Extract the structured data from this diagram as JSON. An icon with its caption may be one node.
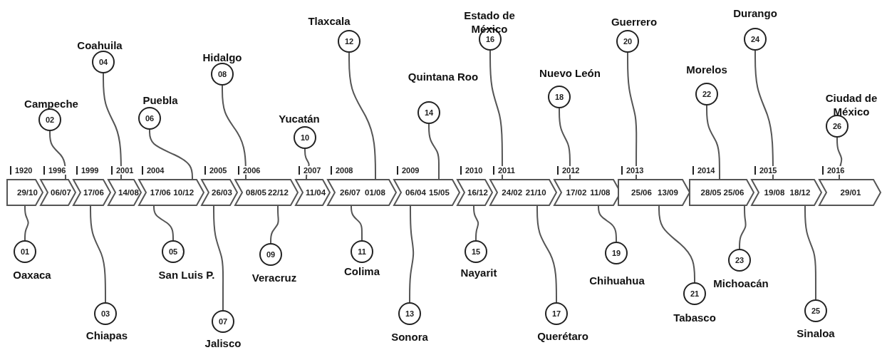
{
  "diagram": {
    "nodes": [
      {
        "text": [
          "29/10"
        ],
        "beside": [
          "1920"
        ]
      },
      {
        "text": [
          "06/07"
        ],
        "beside": [
          "1996"
        ]
      },
      {
        "text": [
          "17/06"
        ],
        "beside": [
          "1999"
        ]
      },
      {
        "text": [
          "14/08"
        ],
        "beside": [
          "2001"
        ]
      },
      {
        "text": [
          "17/06",
          "10/12"
        ],
        "beside": [
          "2004"
        ]
      },
      {
        "text": [
          "26/03"
        ],
        "beside": [
          "2005"
        ]
      },
      {
        "text": [
          "08/05",
          "22/12"
        ],
        "beside": [
          "2006"
        ]
      },
      {
        "text": [
          "11/04"
        ],
        "beside": [
          "2007"
        ]
      },
      {
        "text": [
          "26/07",
          "01/08"
        ],
        "beside": [
          "2008"
        ]
      },
      {
        "text": [
          "06/04",
          "15/05"
        ],
        "beside": [
          "2009"
        ]
      },
      {
        "text": [
          "16/12"
        ],
        "beside": [
          "2010"
        ]
      },
      {
        "text": [
          "24/02",
          "21/10"
        ],
        "beside": [
          "2011"
        ]
      },
      {
        "text": [
          "17/02",
          "11/08"
        ],
        "beside": [
          "2012"
        ]
      },
      {
        "text": [
          "25/06",
          "13/09"
        ],
        "beside": [
          "2013"
        ]
      },
      {
        "text": [
          "28/05",
          "25/06"
        ],
        "beside": [
          "2014"
        ]
      },
      {
        "text": [
          "19/08",
          "18/12"
        ],
        "beside": [
          "2015"
        ]
      },
      {
        "text": [
          "29/01"
        ],
        "beside": [
          "2016"
        ]
      },
      {
        "text": [
          "01"
        ],
        "beside": [
          "Oaxaca"
        ]
      },
      {
        "text": [
          "02"
        ],
        "beside": [
          "Campeche"
        ]
      },
      {
        "text": [
          "03"
        ],
        "beside": [
          "Chiapas"
        ]
      },
      {
        "text": [
          "04"
        ],
        "beside": [
          "Coahuila"
        ]
      },
      {
        "text": [
          "05"
        ],
        "beside": [
          "San Luis P."
        ]
      },
      {
        "text": [
          "06"
        ],
        "beside": [
          "Puebla"
        ]
      },
      {
        "text": [
          "07"
        ],
        "beside": [
          "Jalisco"
        ]
      },
      {
        "text": [
          "08"
        ],
        "beside": [
          "Hidalgo"
        ]
      },
      {
        "text": [
          "09"
        ],
        "beside": [
          "Veracruz"
        ]
      },
      {
        "text": [
          "10"
        ],
        "beside": [
          "Yucatán"
        ]
      },
      {
        "text": [
          "11"
        ],
        "beside": [
          "Colima"
        ]
      },
      {
        "text": [
          "12"
        ],
        "beside": [
          "Tlaxcala"
        ]
      },
      {
        "text": [
          "13"
        ],
        "beside": [
          "Sonora"
        ]
      },
      {
        "text": [
          "14"
        ],
        "beside": [
          "Quintana Roo"
        ]
      },
      {
        "text": [
          "15"
        ],
        "beside": [
          "Nayarit"
        ]
      },
      {
        "text": [
          "16"
        ],
        "beside": [
          "Estado de México"
        ]
      },
      {
        "text": [
          "17"
        ],
        "beside": [
          "Querétaro"
        ]
      },
      {
        "text": [
          "18"
        ],
        "beside": [
          "Nuevo León"
        ]
      },
      {
        "text": [
          "19"
        ],
        "beside": [
          "Chihuahua"
        ]
      },
      {
        "text": [
          "20"
        ],
        "beside": [
          "Guerrero"
        ]
      },
      {
        "text": [
          "21"
        ],
        "beside": [
          "Tabasco"
        ]
      },
      {
        "text": [
          "22"
        ],
        "beside": [
          "Morelos"
        ]
      },
      {
        "text": [
          "23"
        ],
        "beside": [
          "Michoacán"
        ]
      },
      {
        "text": [
          "24"
        ],
        "beside": [
          "Durango"
        ]
      },
      {
        "text": [
          "25"
        ],
        "beside": [
          "Sinaloa"
        ]
      },
      {
        "text": [
          "26"
        ],
        "beside": [
          "Ciudad de México"
        ]
      }
    ],
    "edges": [
      {
        "from": 17,
        "to": 0,
        "arrow": "none"
      },
      {
        "from": 18,
        "to": 1,
        "arrow": "none"
      },
      {
        "from": 19,
        "to": 2,
        "arrow": "none"
      },
      {
        "from": 20,
        "to": 3,
        "arrow": "none"
      },
      {
        "from": 21,
        "to": 4,
        "arrow": "none"
      },
      {
        "from": 22,
        "to": 4,
        "arrow": "none"
      },
      {
        "from": 23,
        "to": 5,
        "arrow": "none"
      },
      {
        "from": 24,
        "to": 6,
        "arrow": "none"
      },
      {
        "from": 25,
        "to": 6,
        "arrow": "none"
      },
      {
        "from": 26,
        "to": 7,
        "arrow": "none"
      },
      {
        "from": 27,
        "to": 8,
        "arrow": "none"
      },
      {
        "from": 28,
        "to": 8,
        "arrow": "none"
      },
      {
        "from": 29,
        "to": 9,
        "arrow": "none"
      },
      {
        "from": 30,
        "to": 9,
        "arrow": "none"
      },
      {
        "from": 31,
        "to": 10,
        "arrow": "none"
      },
      {
        "from": 32,
        "to": 11,
        "arrow": "none"
      },
      {
        "from": 33,
        "to": 11,
        "arrow": "none"
      },
      {
        "from": 34,
        "to": 12,
        "arrow": "none"
      },
      {
        "from": 35,
        "to": 12,
        "arrow": "none"
      },
      {
        "from": 36,
        "to": 13,
        "arrow": "none"
      },
      {
        "from": 37,
        "to": 13,
        "arrow": "none"
      },
      {
        "from": 38,
        "to": 14,
        "arrow": "none"
      },
      {
        "from": 39,
        "to": 14,
        "arrow": "none"
      },
      {
        "from": 40,
        "to": 15,
        "arrow": "none"
      },
      {
        "from": 41,
        "to": 15,
        "arrow": "none"
      },
      {
        "from": 42,
        "to": 16,
        "arrow": "none"
      }
    ]
  }
}
